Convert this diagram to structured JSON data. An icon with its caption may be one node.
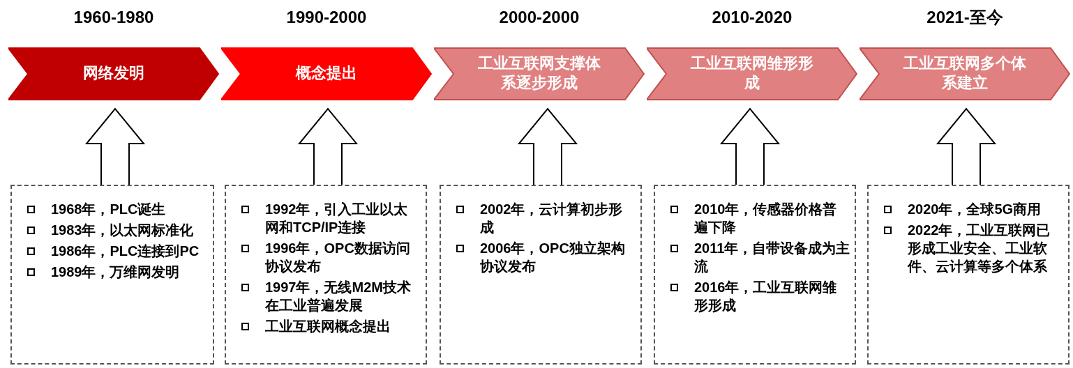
{
  "diagram": {
    "nodes": [
      {
        "text": [
          "1960-1980",
          "网络发明"
        ]
      },
      {
        "text": [
          "1990-2000",
          "概念提出"
        ]
      },
      {
        "text": [
          "2000-2000",
          "工业互联网支撑体系逐步形成"
        ]
      },
      {
        "text": [
          "2010-2020",
          "工业互联网雏形形成"
        ]
      },
      {
        "text": [
          "2021-至今",
          "工业互联网多个体系建立"
        ]
      },
      {
        "text": [
          "1968年，PLC诞生",
          "1983年，以太网标准化",
          "1986年，PLC连接到PC",
          "1989年，万维网发明"
        ]
      },
      {
        "text": [
          "1992年，引入工业以太网和TCP/IP连接",
          "1996年，OPC数据访问协议发布",
          "1997年，无线M2M技术在工业普遍发展",
          "工业互联网概念提出"
        ]
      },
      {
        "text": [
          "2002年，云计算初步形成",
          "2006年，OPC独立架构协议发布"
        ]
      },
      {
        "text": [
          "2010年，传感器价格普遍下降",
          "2011年，自带设备成为主流",
          "2016年，工业互联网雏形形成"
        ]
      },
      {
        "text": [
          "2020年，全球5G商用",
          "2022年，工业互联网已形成工业安全、工业软件、云计算等多个体系"
        ]
      }
    ],
    "edges": [
      {
        "from": 5,
        "to": 0,
        "arrow": "to"
      },
      {
        "from": 6,
        "to": 1,
        "arrow": "to"
      },
      {
        "from": 7,
        "to": 2,
        "arrow": "to"
      },
      {
        "from": 8,
        "to": 3,
        "arrow": "to"
      },
      {
        "from": 9,
        "to": 4,
        "arrow": "to"
      }
    ]
  }
}
